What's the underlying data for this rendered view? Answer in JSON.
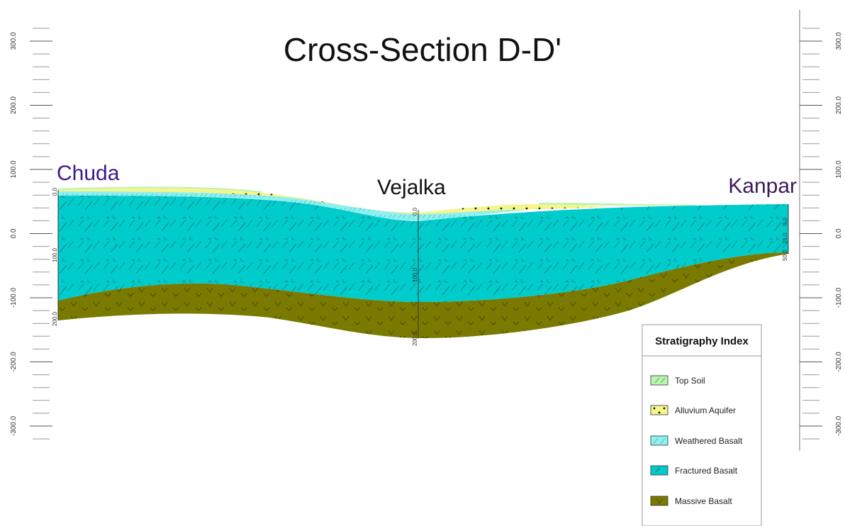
{
  "title": "Cross-Section D-D'",
  "locations": {
    "left": "Chuda",
    "middle": "Vejalka",
    "right": "Kanpar"
  },
  "colors": {
    "location_left": "#3c1a8c",
    "location_middle": "#111111",
    "location_right": "#3c1a5a",
    "top_soil": "#b9f5b0",
    "alluvium": "#f5f58c",
    "weathered": "#8ef0f0",
    "fractured": "#00cccc",
    "massive": "#7a7a00"
  },
  "elevation_axis": {
    "major_labels": [
      "300.0",
      "200.0",
      "100.0",
      "0.0",
      "-100.0",
      "-200.0",
      "-300.0"
    ]
  },
  "borehole_depths": {
    "left": [
      "0.0",
      "100.0",
      "200.0"
    ],
    "middle": [
      "0.0",
      "100.0",
      "200.0"
    ],
    "right": [
      "0.0",
      "25.0",
      "50.0"
    ]
  },
  "legend": {
    "title": "Stratigraphy Index",
    "items": [
      {
        "label": "Top Soil",
        "icon": "top-soil-swatch"
      },
      {
        "label": "Alluvium Aquifer",
        "icon": "alluvium-swatch"
      },
      {
        "label": "Weathered Basalt",
        "icon": "weathered-swatch"
      },
      {
        "label": "Fractured Basalt",
        "icon": "fractured-swatch"
      },
      {
        "label": "Massive Basalt",
        "icon": "massive-swatch"
      }
    ]
  }
}
